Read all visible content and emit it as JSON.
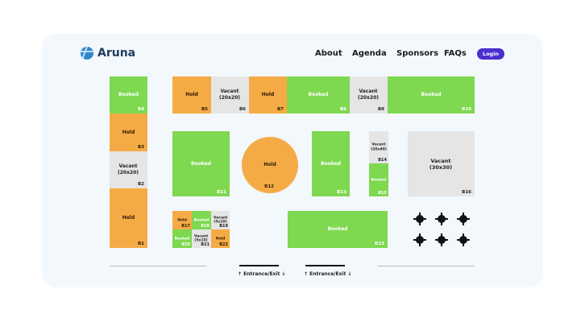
{
  "header": {
    "brand": "Aruna",
    "nav": [
      "About",
      "Agenda",
      "Sponsors",
      "FAQs"
    ],
    "login": "Login"
  },
  "booths": {
    "b4": {
      "status": "Booked",
      "id": "B4"
    },
    "b3": {
      "status": "Hold",
      "id": "B3"
    },
    "b2": {
      "status": "Vacant (20x20)",
      "id": "B2"
    },
    "b1": {
      "status": "Hold",
      "id": "B1"
    },
    "b5": {
      "status": "Hold",
      "id": "B5"
    },
    "b6": {
      "status": "Vacant (20x20)",
      "id": "B6"
    },
    "b7": {
      "status": "Hold",
      "id": "B7"
    },
    "b8": {
      "status": "Booked",
      "id": "B8"
    },
    "b9": {
      "status": "Vacant (20x20)",
      "id": "B9"
    },
    "b10": {
      "status": "Booked",
      "id": "B10"
    },
    "b11": {
      "status": "Booked",
      "id": "B11"
    },
    "b12": {
      "status": "Hold",
      "id": "B12"
    },
    "b13": {
      "status": "Booked",
      "id": "B13"
    },
    "b14": {
      "status": "Vacant (20x40)",
      "id": "B14"
    },
    "b15": {
      "status": "Booked",
      "id": "B15"
    },
    "b16": {
      "status": "Vacant (30x30)",
      "id": "B16"
    },
    "b17": {
      "status": "Hold",
      "id": "B17"
    },
    "b18": {
      "status": "Booked",
      "id": "B18"
    },
    "b19": {
      "status": "Vacant (5x10)",
      "id": "B19"
    },
    "b20": {
      "status": "Booked",
      "id": "B20"
    },
    "b21": {
      "status": "Vacant (5x10)",
      "id": "B21"
    },
    "b22": {
      "status": "Hold",
      "id": "B22"
    },
    "b23": {
      "status": "Booked",
      "id": "B23"
    }
  },
  "entrances": [
    "↑ Entrance/Exit ↓",
    "↑ Entrance/Exit ↓"
  ],
  "colors": {
    "booked": "#7ed850",
    "hold": "#f5ab45",
    "vacant": "#e5e5e5",
    "login": "#4b2ed0"
  }
}
